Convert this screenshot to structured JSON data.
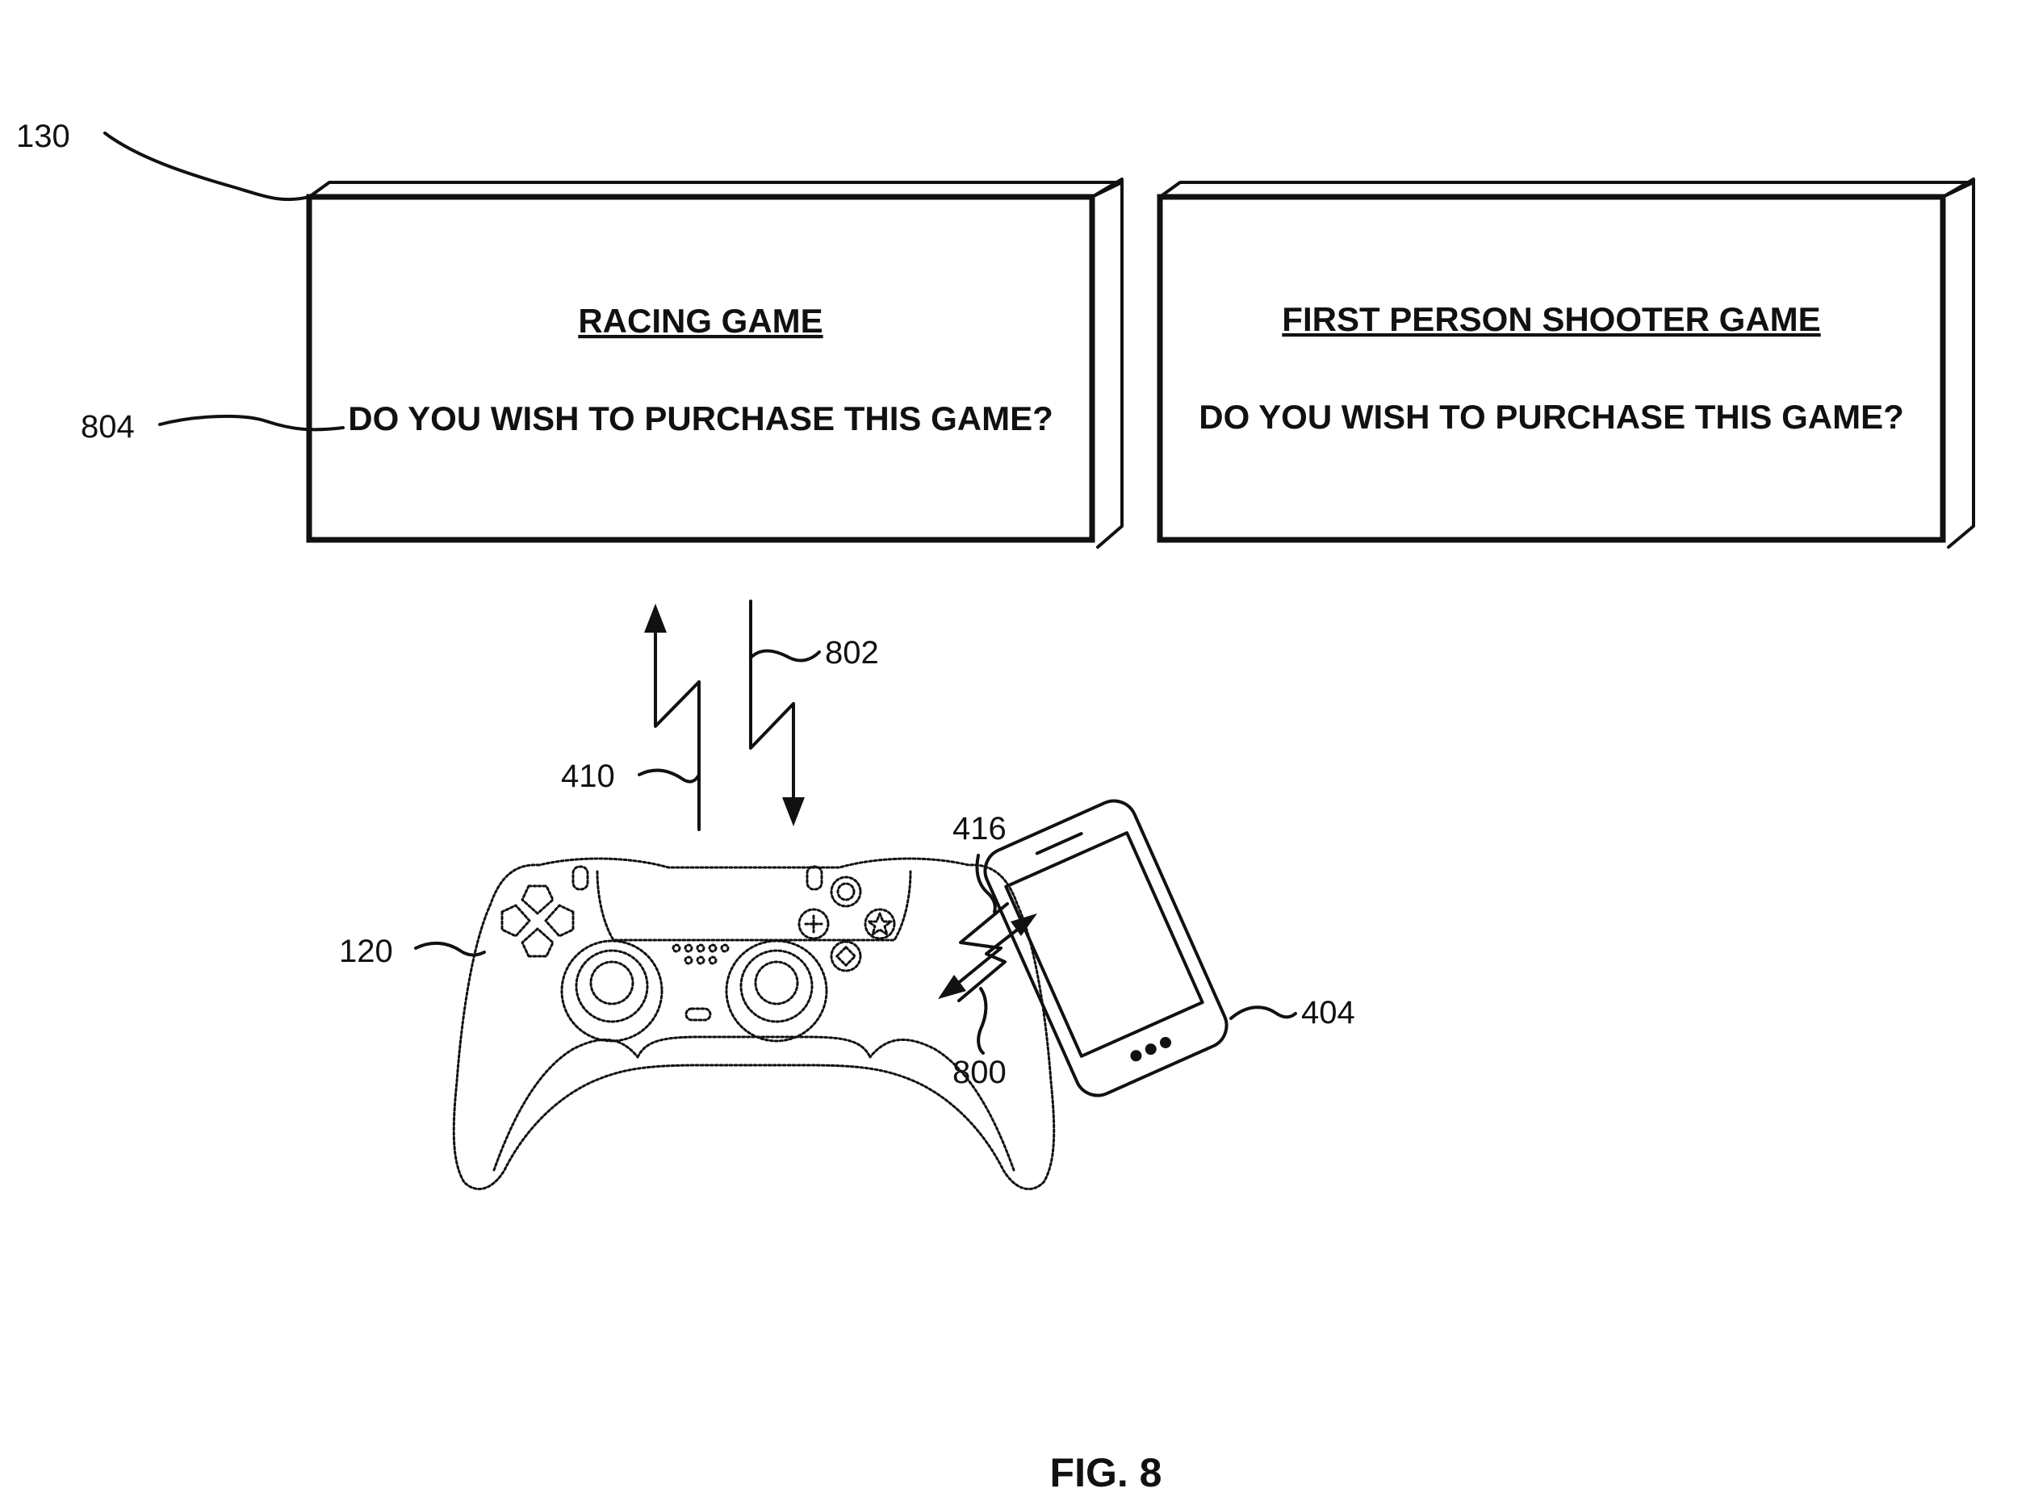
{
  "screens": [
    {
      "title": "RACING GAME",
      "prompt": "DO YOU WISH TO PURCHASE THIS GAME?"
    },
    {
      "title": "FIRST PERSON SHOOTER GAME",
      "prompt": "DO YOU WISH TO PURCHASE THIS GAME?"
    }
  ],
  "reference_labels": {
    "display": "130",
    "prompt": "804",
    "signal_up": "410",
    "signal_down": "802",
    "controller": "120",
    "signal_416": "416",
    "signal_800": "800",
    "phone": "404"
  },
  "caption": "FIG. 8"
}
